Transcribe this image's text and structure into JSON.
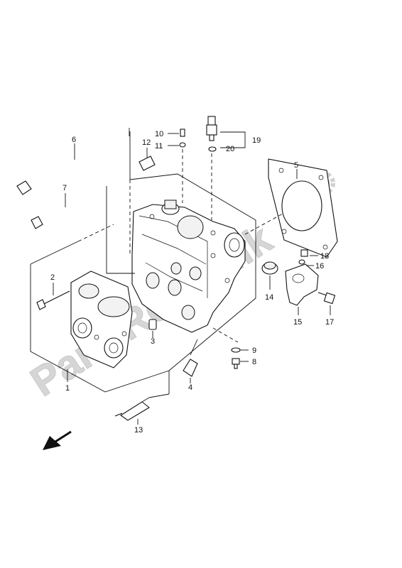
{
  "watermark": {
    "text": "PartsRepublik",
    "color": "#d4d4d4"
  },
  "callouts": {
    "c1": "1",
    "c2": "2",
    "c3": "3",
    "c4": "4",
    "c5": "5",
    "c6": "6",
    "c7": "7",
    "c8": "8",
    "c9": "9",
    "c10": "10",
    "c11": "11",
    "c12": "12",
    "c13": "13",
    "c14": "14",
    "c15": "15",
    "c16": "16",
    "c17": "17",
    "c18": "18",
    "c19": "19",
    "c20": "20"
  },
  "front_arrow": {
    "icon": "front-direction-arrow-icon"
  }
}
